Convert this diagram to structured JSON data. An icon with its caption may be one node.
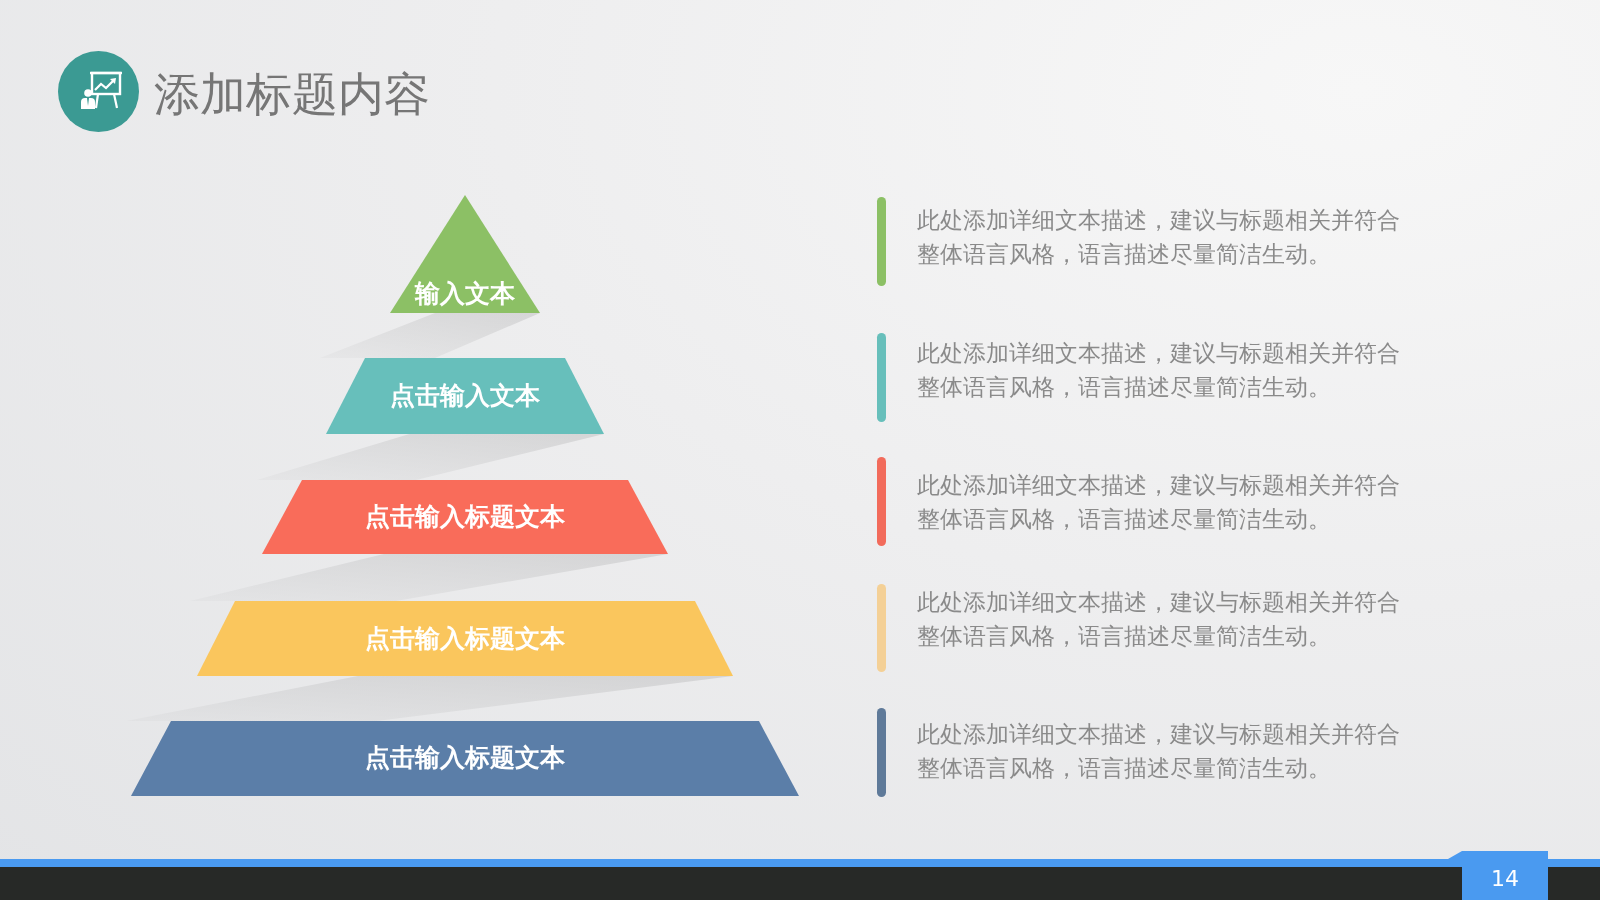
{
  "diagram": {
    "title": "添加标题内容",
    "nodes": [
      {
        "text": [
          "输入文本"
        ]
      },
      {
        "text": [
          "点击输入文本"
        ]
      },
      {
        "text": [
          "点击输入标题文本"
        ]
      },
      {
        "text": [
          "点击输入标题文本"
        ]
      },
      {
        "text": [
          "点击输入标题文本"
        ]
      }
    ],
    "labels": [
      "此处添加详细文本描述，建议与标题相关并符合整体语言风格，语言描述尽量简洁生动。",
      "此处添加详细文本描述，建议与标题相关并符合整体语言风格，语言描述尽量简洁生动。",
      "此处添加详细文本描述，建议与标题相关并符合整体语言风格，语言描述尽量简洁生动。",
      "此处添加详细文本描述，建议与标题相关并符合整体语言风格，语言描述尽量简洁生动。",
      "此处添加详细文本描述，建议与标题相关并符合整体语言风格，语言描述尽量简洁生动。",
      "14"
    ]
  }
}
